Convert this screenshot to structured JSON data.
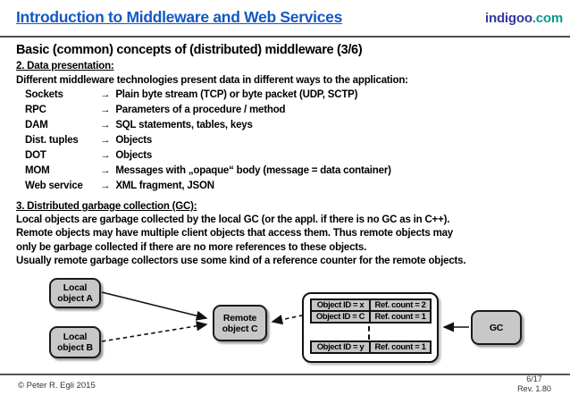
{
  "ui": {
    "arrow_glyph": "→"
  },
  "header": {
    "title": "Introduction to Middleware and Web Services",
    "logo_name": "indigoo",
    "logo_tld": ".com"
  },
  "slide": {
    "title": "Basic (common) concepts of (distributed) middleware (3/6)",
    "section_data_presentation": {
      "heading": "2. Data presentation:",
      "intro": "Different middleware technologies present data in different ways to the application:",
      "items": [
        {
          "term": "Sockets",
          "desc": "Plain byte stream (TCP) or byte packet (UDP, SCTP)"
        },
        {
          "term": "RPC",
          "desc": "Parameters of a procedure / method"
        },
        {
          "term": "DAM",
          "desc": "SQL statements, tables, keys"
        },
        {
          "term": "Dist. tuples",
          "desc": "Objects"
        },
        {
          "term": "DOT",
          "desc": "Objects"
        },
        {
          "term": "MOM",
          "desc": "Messages with „opaque“ body (message = data container)"
        },
        {
          "term": "Web service",
          "desc": "XML fragment, JSON"
        }
      ]
    },
    "section_gc": {
      "heading": "3. Distributed garbage collection (GC):",
      "lines": [
        "Local objects are garbage collected by the local GC (or the appl. if there is no GC as in C++).",
        "Remote objects may have multiple client objects that access them. Thus remote objects may",
        "only be garbage collected if there are no more references to these objects.",
        "Usually remote garbage collectors use some kind of a reference counter for the remote objects."
      ]
    }
  },
  "diagram": {
    "local_object_a": {
      "line1": "Local",
      "line2": "object A"
    },
    "local_object_b": {
      "line1": "Local",
      "line2": "object B"
    },
    "remote_object_c": {
      "line1": "Remote",
      "line2": "object C"
    },
    "gc_label": "GC",
    "ref_table": {
      "rows": [
        {
          "id": "Object ID = x",
          "count": "Ref. count = 2"
        },
        {
          "id": "Object ID = C",
          "count": "Ref. count = 1"
        },
        {
          "id": "Object ID = y",
          "count": "Ref. count = 1"
        }
      ]
    }
  },
  "footer": {
    "copyright": "© Peter R. Egli 2015",
    "page": "6/17",
    "revision": "Rev. 1.80"
  },
  "colors": {
    "title_blue": "#1458c4",
    "logo_indigo": "#3339a0",
    "logo_teal": "#0a9a8a",
    "box_gray": "#c8c8c8",
    "line_dark": "#1a1a1a"
  }
}
